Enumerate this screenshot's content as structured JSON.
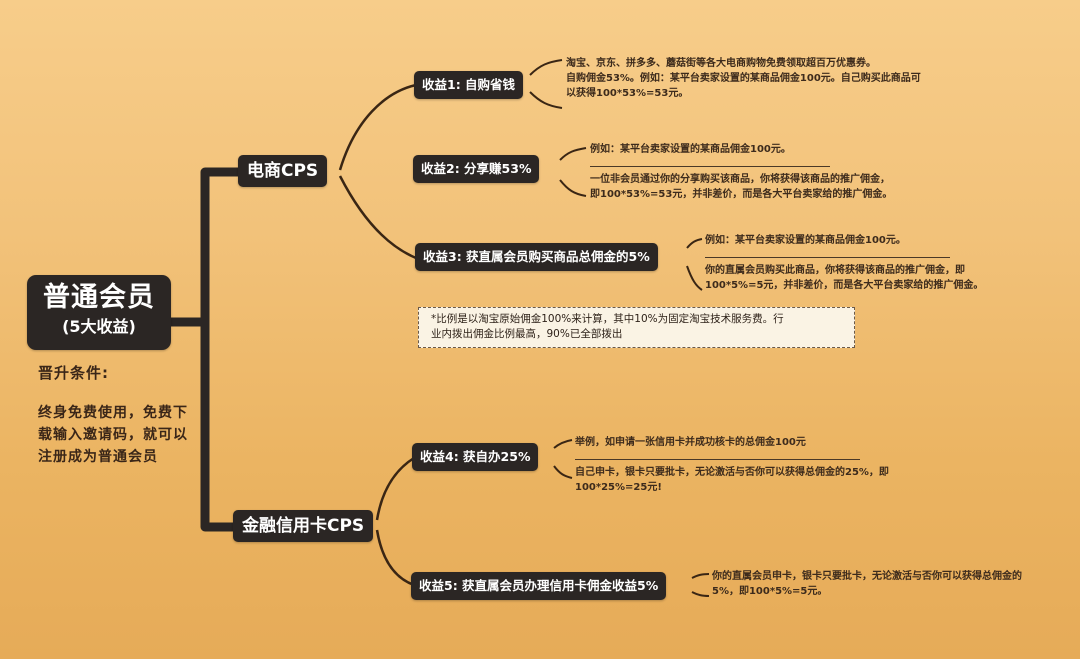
{
  "root": {
    "title": "普通会员",
    "subtitle": "(5大收益)"
  },
  "upgrade": {
    "title": "晋升条件:",
    "body": "终身免费使用，免费下载输入邀请码，就可以注册成为普通会员"
  },
  "branches": [
    {
      "label": "电商CPS",
      "benefits": [
        {
          "label": "收益1: 自购省钱",
          "lines": [
            "淘宝、京东、拼多多、蘑菇街等各大电商购物免费领取超百万优惠券。",
            "自购佣金53%。例如：某平台卖家设置的某商品佣金100元。自己购买此商品可",
            "以获得100*53%=53元。"
          ]
        },
        {
          "label": "收益2: 分享赚53%",
          "lines": [
            "例如：某平台卖家设置的某商品佣金100元。",
            "",
            "一位非会员通过你的分享购买该商品，你将获得该商品的推广佣金，",
            "即100*53%=53元，并非差价，而是各大平台卖家给的推广佣金。"
          ]
        },
        {
          "label": "收益3: 获直属会员购买商品总佣金的5%",
          "lines": [
            "例如：某平台卖家设置的某商品佣金100元。",
            "",
            "你的直属会员购买此商品，你将获得该商品的推广佣金，即",
            "100*5%=5元，并非差价，而是各大平台卖家给的推广佣金。"
          ]
        }
      ]
    },
    {
      "label": "金融信用卡CPS",
      "benefits": [
        {
          "label": "收益4: 获自办25%",
          "lines": [
            "举例，如申请一张信用卡并成功核卡的总佣金100元",
            "",
            "自己申卡，银卡只要批卡，无论激活与否你可以获得总佣金的25%，即",
            "100*25%=25元!"
          ]
        },
        {
          "label": "收益5: 获直属会员办理信用卡佣金收益5%",
          "lines": [
            "你的直属会员申卡，银卡只要批卡，无论激活与否你可以获得总佣金的",
            "5%，即100*5%=5元。"
          ]
        }
      ]
    }
  ],
  "note": {
    "line1": "*比例是以淘宝原始佣金100%来计算，其中10%为固定淘宝技术服务费。行",
    "line2": "业内拨出佣金比例最高，90%已全部拨出"
  },
  "colors": {
    "node_bg": "#2b2624",
    "node_text": "#ffffff",
    "connector": "#2b2624",
    "curve": "#3a2614",
    "background_top": "#f7cd8a",
    "background_bottom": "#e6ab58",
    "note_bg": "#faf3e4"
  }
}
